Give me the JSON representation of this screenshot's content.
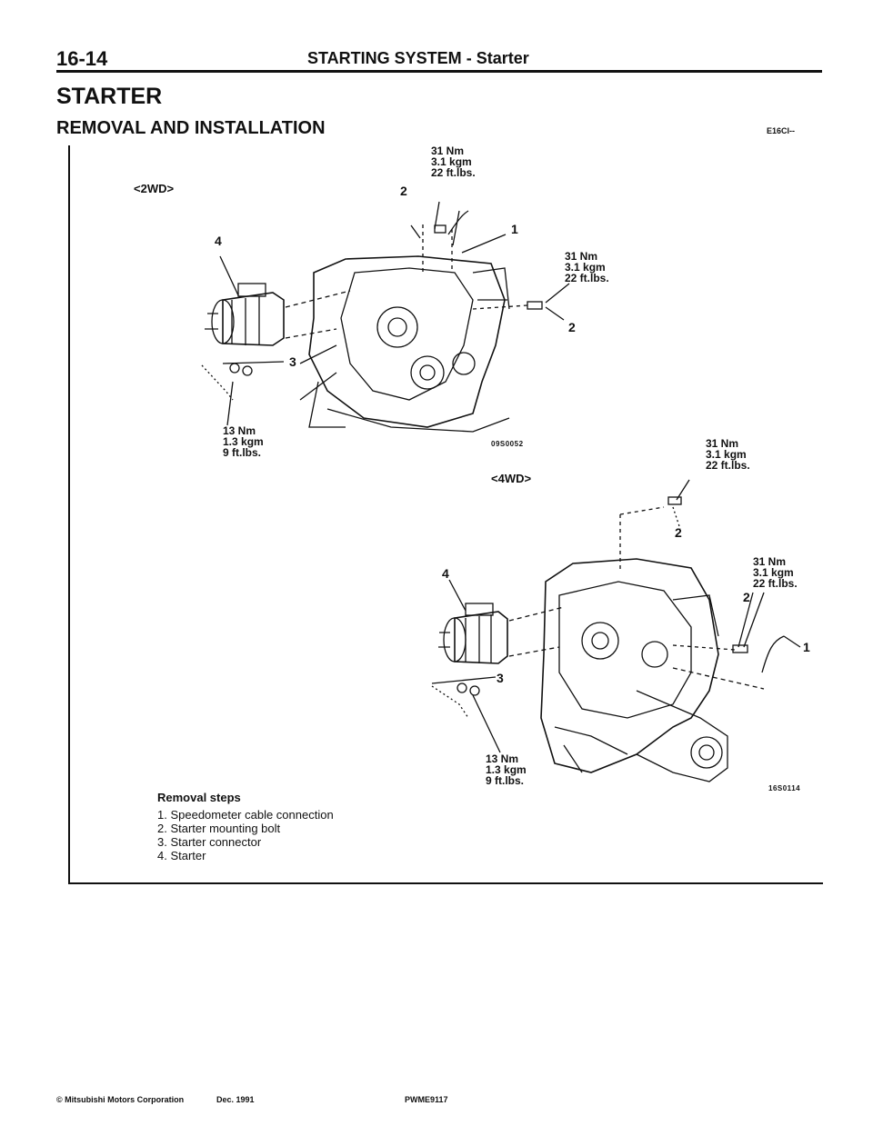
{
  "header": {
    "page_number": "16-14",
    "title_main": "STARTING SYSTEM",
    "title_dash": "-",
    "title_sub": "Starter"
  },
  "section": {
    "title": "STARTER",
    "subtitle": "REMOVAL AND INSTALLATION",
    "code": "E16CI--"
  },
  "figure_2wd": {
    "label": "<2WD>",
    "figure_id": "09S0052",
    "callouts": {
      "c1": "1",
      "c2a": "2",
      "c2b": "2",
      "c3": "3",
      "c4": "4"
    },
    "torque_top": [
      "31 Nm",
      "3.1 kgm",
      "22 ft.lbs."
    ],
    "torque_right": [
      "31 Nm",
      "3.1 kgm",
      "22 ft.lbs."
    ],
    "torque_bottom": [
      "13 Nm",
      "1.3 kgm",
      "9 ft.lbs."
    ]
  },
  "figure_4wd": {
    "label": "<4WD>",
    "figure_id": "16S0114",
    "callouts": {
      "c1": "1",
      "c2a": "2",
      "c2b": "2",
      "c3": "3",
      "c4": "4"
    },
    "torque_top": [
      "31 Nm",
      "3.1 kgm",
      "22 ft.lbs."
    ],
    "torque_right": [
      "31 Nm",
      "3.1 kgm",
      "22 ft.lbs."
    ],
    "torque_bottom": [
      "13 Nm",
      "1.3 kgm",
      "9 ft.lbs."
    ]
  },
  "removal": {
    "title": "Removal steps",
    "steps": [
      "1.  Speedometer cable connection",
      "2.  Starter mounting bolt",
      "3.  Starter connector",
      "4.  Starter"
    ]
  },
  "footer": {
    "copyright": "© Mitsubishi Motors Corporation",
    "date": "Dec. 1991",
    "doc_id": "PWME9117"
  }
}
